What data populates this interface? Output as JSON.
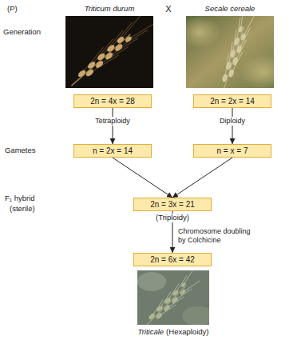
{
  "diagram": {
    "nodes": [
      {
        "text": [
          "2n = 4x = 28"
        ]
      },
      {
        "text": [
          "2n = 2x = 14"
        ]
      },
      {
        "text": [
          "n = 2x = 14"
        ]
      },
      {
        "text": [
          "n = x = 7"
        ]
      },
      {
        "text": [
          "2n = 3x = 21"
        ]
      },
      {
        "text": [
          "2n = 6x = 42"
        ]
      }
    ],
    "edges": [
      {
        "from": 0,
        "to": 2,
        "arrow": "to",
        "label": "Tetraploidy"
      },
      {
        "from": 1,
        "to": 3,
        "arrow": "to",
        "label": "Diploidy"
      },
      {
        "from": 2,
        "to": 4,
        "arrow": "to"
      },
      {
        "from": 3,
        "to": 4,
        "arrow": "to"
      },
      {
        "from": 4,
        "to": 5,
        "arrow": "to",
        "label": "Chromosome doubling by Colchicine"
      }
    ],
    "labels": [
      "(P)",
      "Generation",
      "Triticum durum",
      "X",
      "Secale cereale",
      "Gametes",
      "F₁ hybrid",
      "(sterile)",
      "(Triploidy)",
      "Triticale",
      "(Hexaploidy)"
    ]
  }
}
